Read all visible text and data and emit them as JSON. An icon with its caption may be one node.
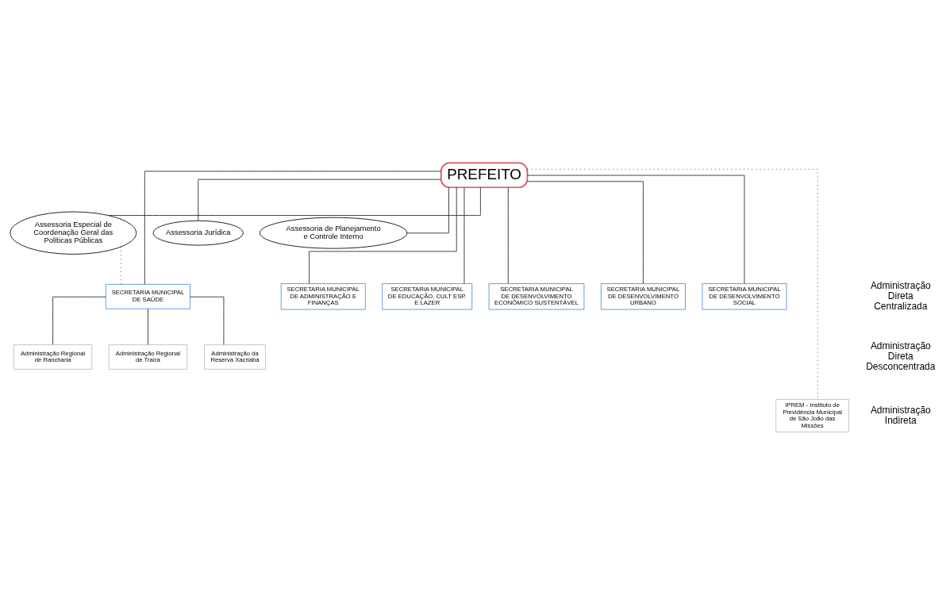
{
  "diagram": {
    "nodes": [
      {
        "text": [
          "PREFEITO"
        ]
      },
      {
        "text": [
          "Assessoria Especial de Coordenação Geral das Políticas Públicas"
        ]
      },
      {
        "text": [
          "Assessoria Jurídica"
        ]
      },
      {
        "text": [
          "Assessoria de Planejamento e Controle Interno"
        ]
      },
      {
        "text": [
          "SECRETARIA MUNICIPAL DE ADMINISTRAÇÃO E FINANÇAS"
        ]
      },
      {
        "text": [
          "SECRETARIA MUNICIPAL DE EDUCAÇÃO, CULT ESP. E LAZER"
        ]
      },
      {
        "text": [
          "SECRETARIA MUNICIPAL DE SAÚDE"
        ]
      },
      {
        "text": [
          "SECRETARIA MUNICIPAL DE DESENVOLVIMENTO ECONÔMICO SUSTENTÁVEL"
        ]
      },
      {
        "text": [
          "SECRETARIA MUNICIPAL DE DESENVOLVIMENTO URBANO"
        ]
      },
      {
        "text": [
          "SECRETARIA MUNICIPAL DE DESENVOLVIMENTO SOCIAL"
        ]
      },
      {
        "text": [
          "Administração Regional de Rancharia"
        ]
      },
      {
        "text": [
          "Administração Regional de Traíra"
        ]
      },
      {
        "text": [
          "Administração da Reserva Xacriabá"
        ]
      },
      {
        "text": [
          "IPREM - Instituto de Previdência Municipal de São João das Missões"
        ]
      }
    ],
    "edges": [
      {
        "from": 0,
        "to": 1,
        "arrow": "none"
      },
      {
        "from": 0,
        "to": 2,
        "arrow": "none"
      },
      {
        "from": 0,
        "to": 3,
        "arrow": "none"
      },
      {
        "from": 0,
        "to": 4,
        "arrow": "none"
      },
      {
        "from": 0,
        "to": 5,
        "arrow": "none"
      },
      {
        "from": 0,
        "to": 6,
        "arrow": "none"
      },
      {
        "from": 0,
        "to": 7,
        "arrow": "none"
      },
      {
        "from": 0,
        "to": 8,
        "arrow": "none"
      },
      {
        "from": 0,
        "to": 9,
        "arrow": "none"
      },
      {
        "from": 1,
        "to": 6,
        "arrow": "none",
        "style": "dashed"
      },
      {
        "from": 6,
        "to": 10,
        "arrow": "none"
      },
      {
        "from": 6,
        "to": 11,
        "arrow": "none"
      },
      {
        "from": 6,
        "to": 12,
        "arrow": "none"
      },
      {
        "from": 0,
        "to": 13,
        "arrow": "none",
        "style": "dashed"
      }
    ],
    "labels": [
      "Administração Direta Centralizada",
      "Administração Direta Desconcentrada",
      "Administração Indireta"
    ]
  }
}
